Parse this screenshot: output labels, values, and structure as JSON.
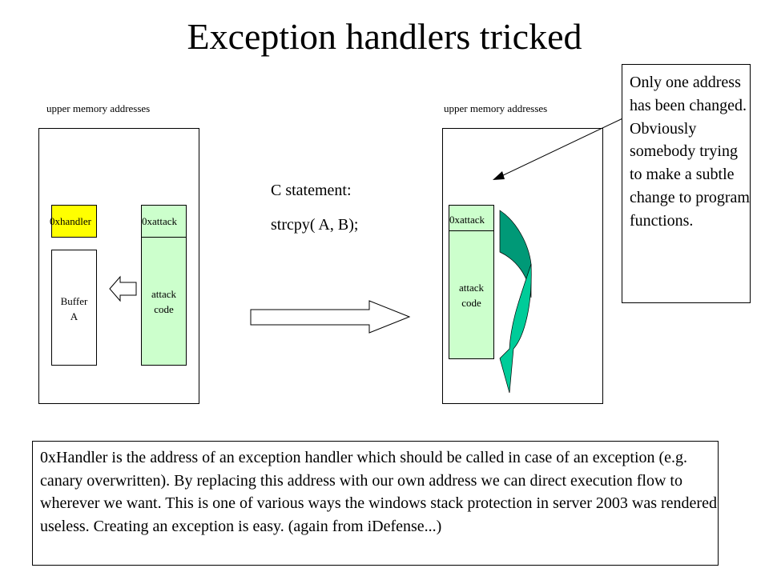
{
  "title": "Exception handlers tricked",
  "left_stack": {
    "upper_label": "upper memory addresses",
    "handler_label": "0xhandler",
    "attack_label": "0xattack",
    "attack_code": "attack\ncode",
    "buffer_label": "Buffer\nA"
  },
  "middle": {
    "line1": "C statement:",
    "line2": "strcpy( A, B);"
  },
  "right_stack": {
    "upper_label": "upper memory addresses",
    "attack_label": "0xattack",
    "attack_code": "attack\ncode"
  },
  "note": "Only one address has been changed. Obviously somebody trying to make a subtle change to program functions.",
  "caption": "0xHandler is the address of an exception handler which should be called in case of an exception (e.g. canary overwritten). By replacing this address with our own address we can direct execution flow to wherever we want. This is one of various ways the windows stack protection in server 2003 was rendered useless. Creating an exception is easy. (again from iDefense...)",
  "colors": {
    "handler_fill": "#ffff00",
    "attack_fill": "#ccffcc",
    "curved_arrow_dark": "#009977",
    "curved_arrow_light": "#00cc99"
  }
}
